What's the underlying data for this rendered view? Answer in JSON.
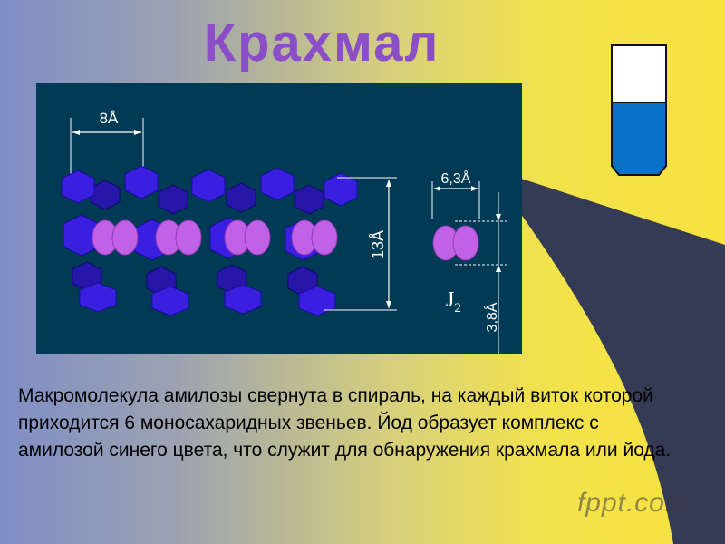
{
  "slide": {
    "title": "Крахмал",
    "body": "Макромолекула амилозы свернута в спираль, на каждый виток которой приходится 6 моносахаридных звеньев. Йод образует комплекс с амилозой синего цвета, что служит для обнаружения крахмала или йода.",
    "brand": "fppt.com"
  },
  "figure": {
    "pitch_label": "8Å",
    "height_label": "13Å",
    "channel_label": "6,3Å",
    "iodine_label": "J",
    "iodine_subscript": "2",
    "spacing_label": "3,8Å"
  },
  "colors": {
    "title": "#8a4fc6",
    "figure_background": "#003a55",
    "helix_blue": "#3a1fe0",
    "iodine_magenta": "#c061e6",
    "beaker_liquid": "#0a71c8",
    "decor_navy": "#353a55"
  },
  "icons": [
    "beaker-icon"
  ]
}
